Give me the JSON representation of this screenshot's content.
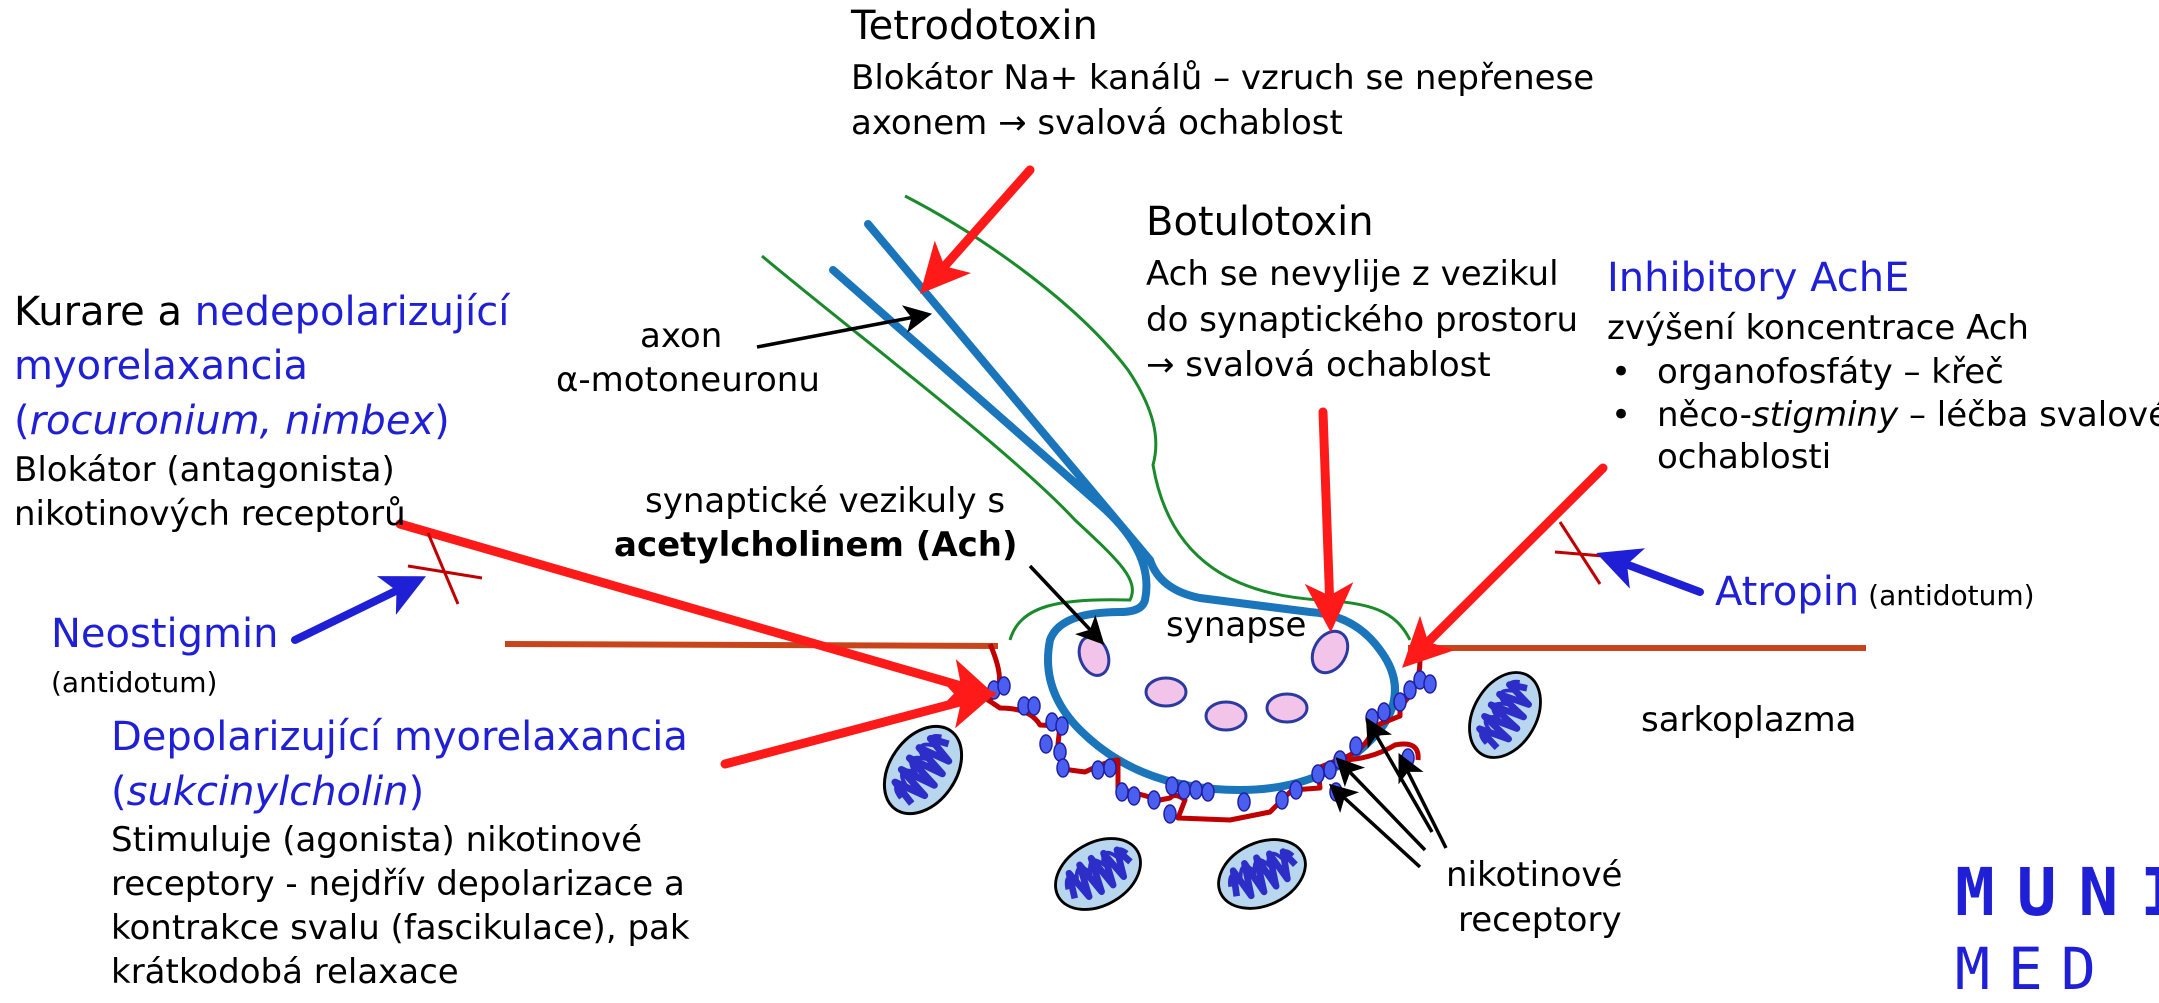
{
  "tetrodotoxin": {
    "title": "Tetrodotoxin",
    "line1": "Blokátor Na+ kanálů – vzruch se nepřenese",
    "line2": "axonem → svalová ochablost"
  },
  "botulotoxin": {
    "title": "Botulotoxin",
    "line1": "Ach se nevylije z vezikul",
    "line2": "do synaptického prostoru",
    "line3": "→ svalová ochablost"
  },
  "inhibitory": {
    "title": "Inhibitory AchE",
    "line1": "zvýšení koncentrace Ach",
    "bullet1": "organofosfáty – křeč",
    "bullet2_pre": "něco-",
    "bullet2_italic": "stigminy",
    "bullet2_post": " – léčba svalové",
    "bullet2_cont": "ochablosti"
  },
  "kurare": {
    "title_black": "Kurare a ",
    "title_blue": "nedepolarizující",
    "title_blue2": "myorelaxancia",
    "paren_open": "(",
    "examples": "rocuronium, nimbex",
    "paren_close": ")",
    "line1": "Blokátor (antagonista)",
    "line2": "nikotinových receptorů"
  },
  "axon_label": {
    "line1": "axon",
    "line2": "α-motoneuronu"
  },
  "vesicles_label": {
    "line1": "synaptické vezikuly s",
    "line2": "acetylcholinem (Ach)"
  },
  "neostigmin": {
    "name": "Neostigmin",
    "note": "(antidotum)"
  },
  "atropin": {
    "name": "Atropin",
    "note": " (antidotum)"
  },
  "depolarizing": {
    "title": "Depolarizující myorelaxancia",
    "paren_open": "(",
    "example": "sukcinylcholin",
    "paren_close": ")",
    "line1": "Stimuluje (agonista) nikotinové",
    "line2": "receptory - nejdřív depolarizace a",
    "line3": "kontrakce svalu (fascikulace), pak",
    "line4": "krátkodobá relaxace"
  },
  "synapse_label": "synapse",
  "sarkoplazma_label": "sarkoplazma",
  "receptors_label": {
    "line1": "nikotinové",
    "line2": "receptory"
  },
  "logo": {
    "line1": "MUNI",
    "line2": "MED"
  },
  "colors": {
    "red": "#ff1a1a",
    "blue_text": "#1f1fd6",
    "axon_blue": "#1b75bb",
    "membrane_red": "#c00000",
    "muscle_line": "#c8451c",
    "green": "#1a8a2a",
    "vesicle": "#f2c4ea",
    "vesicle_stroke": "#2a3aa0",
    "receptor": "#4a5ff0",
    "mito_fill": "#b8d6ee",
    "mito_crista": "#2d2dc8"
  }
}
